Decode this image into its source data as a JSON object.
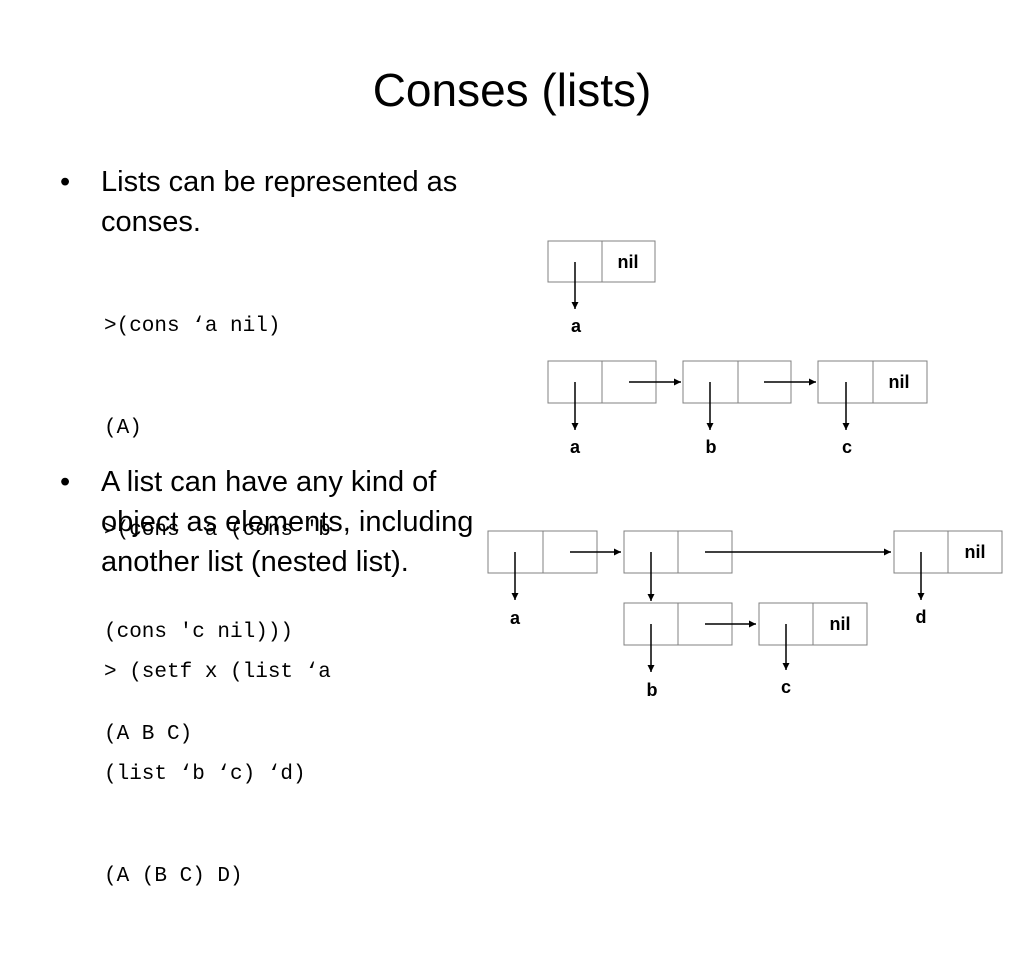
{
  "title": "Conses (lists)",
  "bullet1": {
    "marker": "•",
    "text": "Lists can be represented as conses.",
    "code": [
      ">(cons ‘a nil)",
      "(A)",
      ">(cons 'a (cons 'b",
      "(cons 'c nil)))",
      "(A B C)"
    ]
  },
  "bullet2": {
    "marker": "•",
    "text": "A list can have any kind of object as elements, including another list (nested list).",
    "code": [
      "> (setf x (list ‘a",
      "(list ‘b ‘c) ‘d)",
      "(A (B C) D)"
    ]
  },
  "diagram1": {
    "nil_label": "nil",
    "car_label": "a"
  },
  "diagram2": {
    "nil_label": "nil",
    "car_labels": [
      "a",
      "b",
      "c"
    ]
  },
  "diagram3": {
    "nil_labels": [
      "nil",
      "nil"
    ],
    "car_labels": [
      "a",
      "b",
      "c",
      "d"
    ]
  },
  "colors": {
    "line": "#808080",
    "arrow": "#000000",
    "text": "#000000"
  }
}
